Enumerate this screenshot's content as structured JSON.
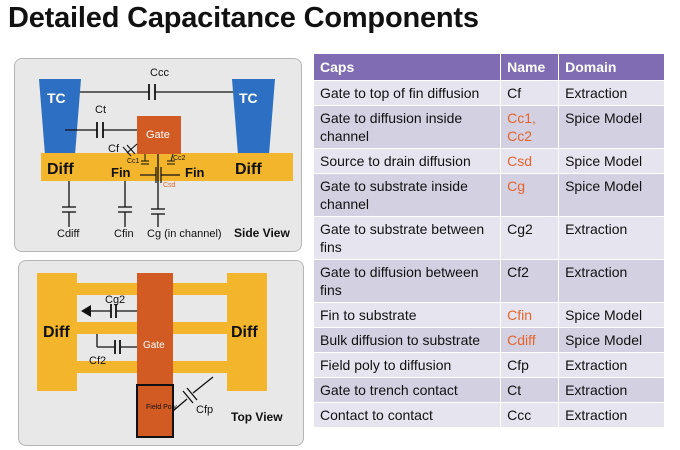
{
  "title": "Detailed Capacitance Components",
  "side_view": {
    "label": "Side View",
    "tc_left": "TC",
    "tc_right": "TC",
    "gate": "Gate",
    "diff_left": "Diff",
    "diff_right": "Diff",
    "fin_left": "Fin",
    "fin_right": "Fin",
    "ccc": "Ccc",
    "ct": "Ct",
    "cf": "Cf",
    "cc1": "Cc1",
    "cc2": "Cc2",
    "csd": "Csd",
    "cdiff": "Cdiff",
    "cfin": "Cfin",
    "cg": "Cg (in channel)"
  },
  "top_view": {
    "label": "Top View",
    "diff_left": "Diff",
    "diff_right": "Diff",
    "gate": "Gate",
    "field_poly": "Field Poly",
    "cg2": "Cg2",
    "cf2": "Cf2",
    "cfp": "Cfp"
  },
  "table": {
    "headers": [
      "Caps",
      "Name",
      "Domain"
    ],
    "rows": [
      {
        "caps": "Gate to top of fin diffusion",
        "name": "Cf",
        "domain": "Extraction"
      },
      {
        "caps": "Gate to diffusion inside channel",
        "name": "Cc1, Cc2",
        "domain": "Spice Model"
      },
      {
        "caps": "Source to drain diffusion",
        "name": "Csd",
        "domain": "Spice Model"
      },
      {
        "caps": "Gate to substrate inside channel",
        "name": "Cg",
        "domain": "Spice Model"
      },
      {
        "caps": "Gate to substrate between fins",
        "name": "Cg2",
        "domain": "Extraction"
      },
      {
        "caps": "Gate to diffusion between fins",
        "name": "Cf2",
        "domain": "Extraction"
      },
      {
        "caps": "Fin to substrate",
        "name": "Cfin",
        "domain": "Spice Model"
      },
      {
        "caps": "Bulk diffusion to substrate",
        "name": "Cdiff",
        "domain": "Spice Model"
      },
      {
        "caps": "Field poly to diffusion",
        "name": "Cfp",
        "domain": "Extraction"
      },
      {
        "caps": "Gate to trench contact",
        "name": "Ct",
        "domain": "Extraction"
      },
      {
        "caps": "Contact to contact",
        "name": "Ccc",
        "domain": "Extraction"
      }
    ]
  },
  "colors": {
    "header_bg": "#7f6cb3",
    "row_light": "#e6e4ef",
    "row_dark": "#d3d0e1",
    "highlight_name": "#e4642b",
    "contact_blue": "#2d6fc2",
    "diffusion_yellow": "#f3b52c",
    "gate_orange": "#d25a23"
  }
}
